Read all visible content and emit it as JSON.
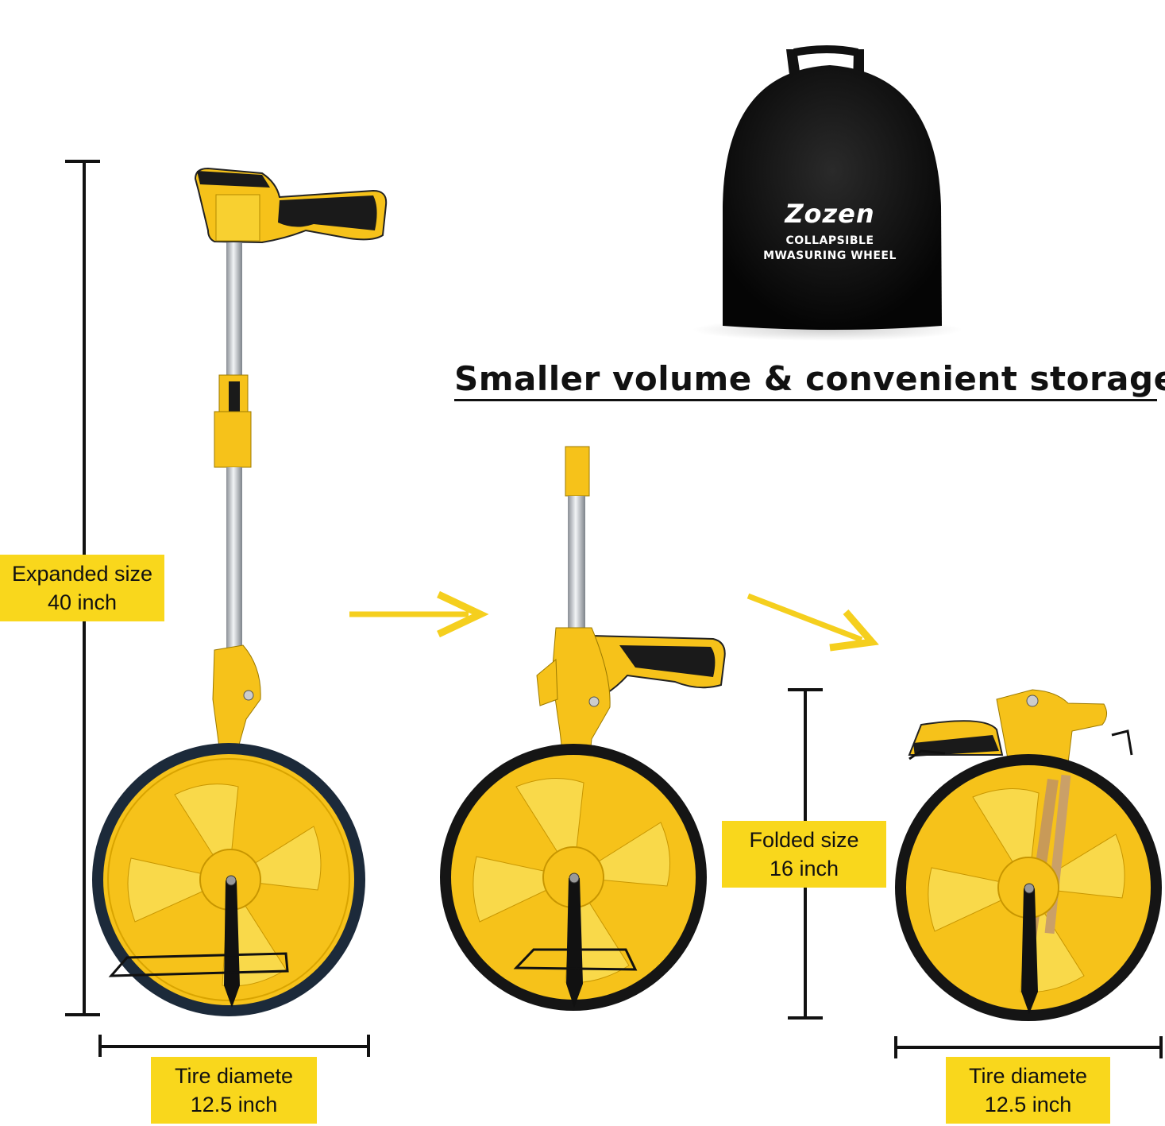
{
  "headline": "Smaller volume & convenient storage.",
  "bag": {
    "brand": "Zozen",
    "line1": "COLLAPSIBLE",
    "line2": "MWASURING WHEEL"
  },
  "labels": {
    "expanded": {
      "line1": "Expanded size",
      "line2": "40 inch"
    },
    "folded": {
      "line1": "Folded size",
      "line2": "16 inch"
    },
    "tire_left": {
      "line1": "Tire diamete",
      "line2": "12.5 inch"
    },
    "tire_right": {
      "line1": "Tire diamete",
      "line2": "12.5 inch"
    }
  },
  "colors": {
    "accent_yellow": "#f9d71c",
    "wheel_yellow": "#f6c21a",
    "arrow_yellow": "#f5cf1e",
    "dark": "#111111"
  }
}
